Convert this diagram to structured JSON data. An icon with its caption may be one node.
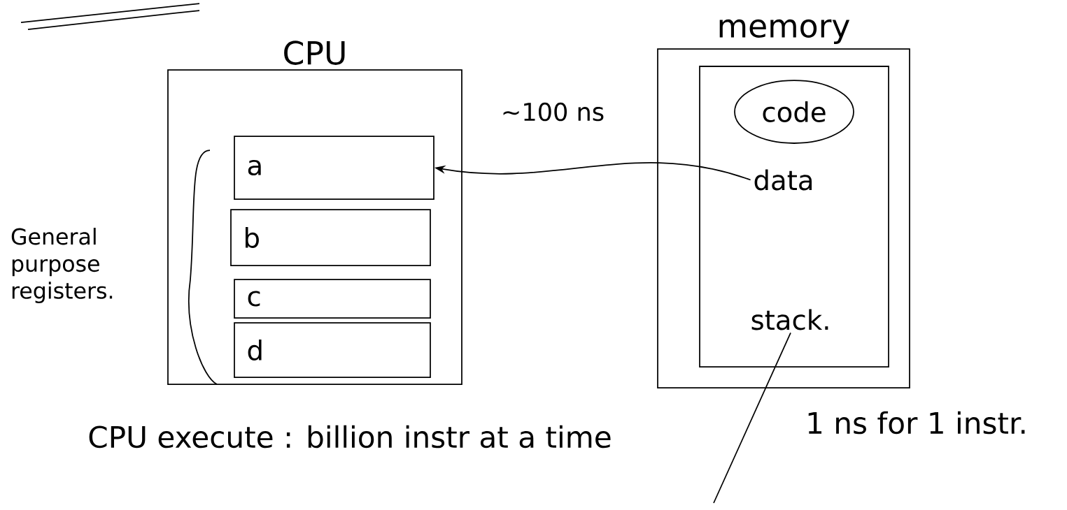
{
  "diagram": {
    "nodes": [
      {
        "text": [
          "CPU"
        ]
      },
      {
        "text": [
          "a"
        ],
        "in": 0
      },
      {
        "text": [
          "b"
        ],
        "in": 0
      },
      {
        "text": [
          "c"
        ],
        "in": 0
      },
      {
        "text": [
          "d"
        ],
        "in": 0
      },
      {
        "text": [
          "memory"
        ]
      },
      {
        "text": [],
        "shape": "box",
        "in": 5
      },
      {
        "text": [
          "code"
        ],
        "in": 6
      },
      {
        "text": [
          "data"
        ],
        "in": 6
      },
      {
        "text": [
          "stack."
        ],
        "in": 6
      }
    ],
    "edges": [
      {
        "from": 8,
        "to": 1,
        "arrow": "to",
        "label": "~100 ns"
      },
      {
        "from": 9,
        "to": null,
        "arrow": "none"
      }
    ],
    "labels": [
      "General purpose registers.",
      "CPU execute : billion instr at a time",
      "1 ns for 1 instr."
    ]
  }
}
